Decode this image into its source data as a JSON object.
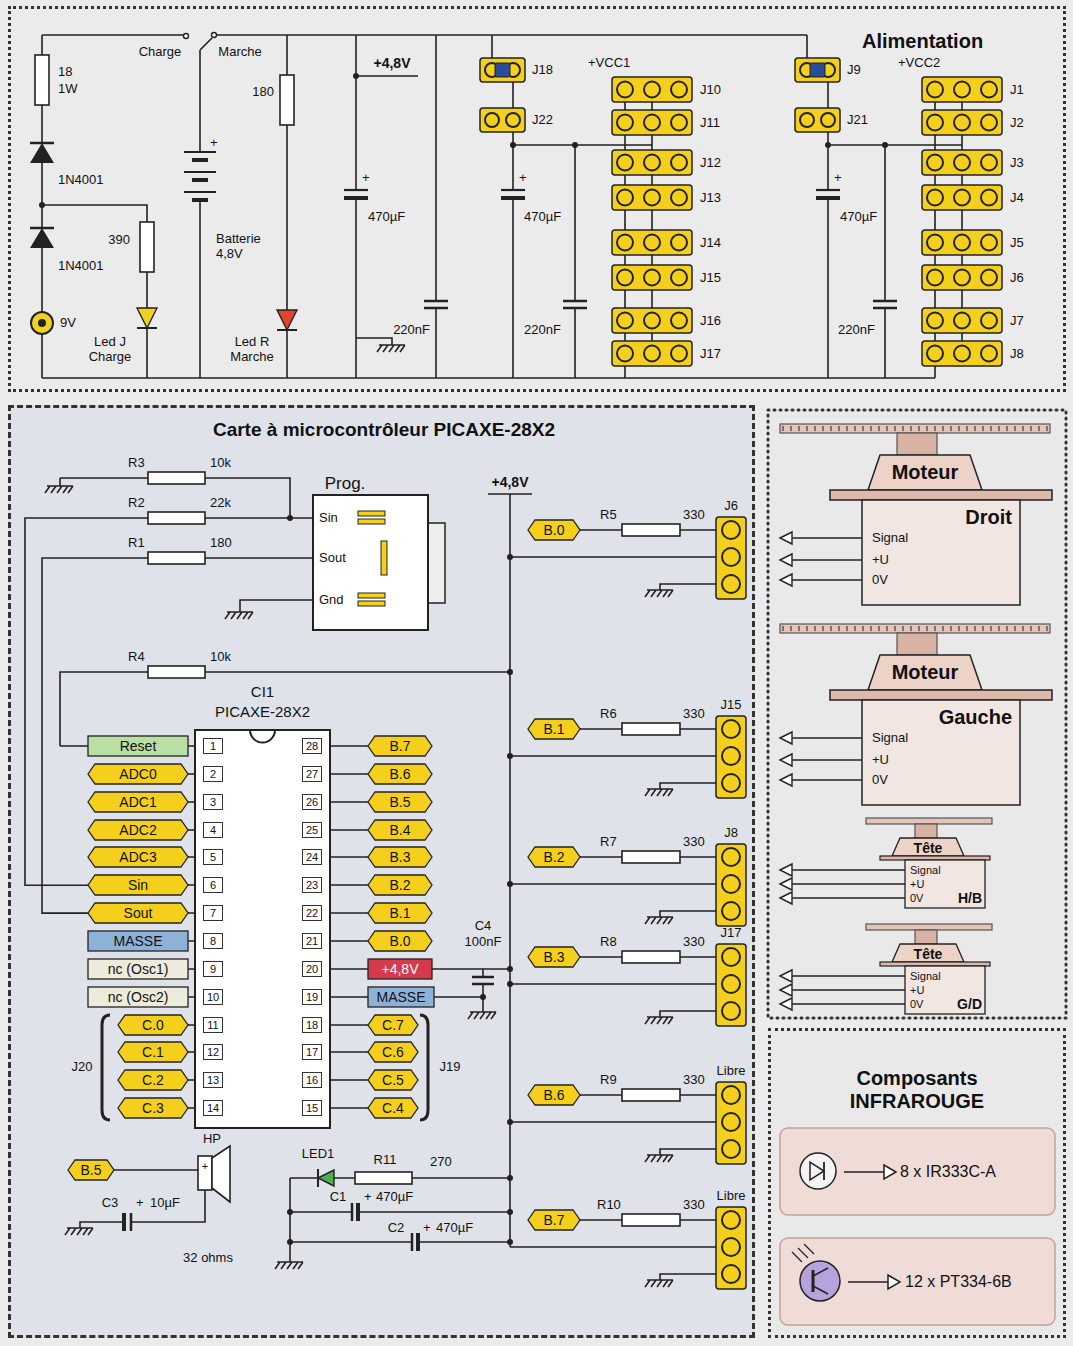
{
  "diagram": {
    "nodes": [
      {
        "text": [
          "Alimentation"
        ]
      },
      {
        "text": [
          "J18"
        ],
        "in": 0
      },
      {
        "text": [
          "J22"
        ],
        "in": 0
      },
      {
        "text": [
          "J10"
        ],
        "in": 0
      },
      {
        "text": [
          "J11"
        ],
        "in": 0
      },
      {
        "text": [
          "J12"
        ],
        "in": 0
      },
      {
        "text": [
          "J13"
        ],
        "in": 0
      },
      {
        "text": [
          "J14"
        ],
        "in": 0
      },
      {
        "text": [
          "J15"
        ],
        "in": 0
      },
      {
        "text": [
          "J16"
        ],
        "in": 0
      },
      {
        "text": [
          "J17"
        ],
        "in": 0
      },
      {
        "text": [
          "J9"
        ],
        "in": 0
      },
      {
        "text": [
          "J21"
        ],
        "in": 0
      },
      {
        "text": [
          "J1"
        ],
        "in": 0
      },
      {
        "text": [
          "J2"
        ],
        "in": 0
      },
      {
        "text": [
          "J3"
        ],
        "in": 0
      },
      {
        "text": [
          "J4"
        ],
        "in": 0
      },
      {
        "text": [
          "J5"
        ],
        "in": 0
      },
      {
        "text": [
          "J6"
        ],
        "in": 0
      },
      {
        "text": [
          "J7"
        ],
        "in": 0
      },
      {
        "text": [
          "J8"
        ],
        "in": 0
      },
      {
        "text": [
          "Carte à microcontrôleur PICAXE-28X2"
        ]
      },
      {
        "text": [
          "Prog.",
          "Sin",
          "Sout",
          "Gnd"
        ],
        "in": 21
      },
      {
        "text": [
          "CI1",
          "PICAXE-28X2",
          "1",
          "2",
          "3",
          "4",
          "5",
          "6",
          "7",
          "8",
          "9",
          "10",
          "11",
          "12",
          "13",
          "14",
          "15",
          "16",
          "17",
          "18",
          "19",
          "20",
          "21",
          "22",
          "23",
          "24",
          "25",
          "26",
          "27",
          "28"
        ],
        "in": 21
      },
      {
        "text": [
          "Reset"
        ],
        "in": 21
      },
      {
        "text": [
          "ADC0"
        ],
        "in": 21
      },
      {
        "text": [
          "ADC1"
        ],
        "in": 21
      },
      {
        "text": [
          "ADC2"
        ],
        "in": 21
      },
      {
        "text": [
          "ADC3"
        ],
        "in": 21
      },
      {
        "text": [
          "Sin"
        ],
        "in": 21
      },
      {
        "text": [
          "Sout"
        ],
        "in": 21
      },
      {
        "text": [
          "MASSE"
        ],
        "in": 21
      },
      {
        "text": [
          "nc (Osc1)"
        ],
        "in": 21
      },
      {
        "text": [
          "nc (Osc2)"
        ],
        "in": 21
      },
      {
        "text": [
          "C.0"
        ],
        "in": 21
      },
      {
        "text": [
          "C.1"
        ],
        "in": 21
      },
      {
        "text": [
          "C.2"
        ],
        "in": 21
      },
      {
        "text": [
          "C.3"
        ],
        "in": 21
      },
      {
        "text": [
          "B.7"
        ],
        "in": 21
      },
      {
        "text": [
          "B.6"
        ],
        "in": 21
      },
      {
        "text": [
          "B.5"
        ],
        "in": 21
      },
      {
        "text": [
          "B.4"
        ],
        "in": 21
      },
      {
        "text": [
          "B.3"
        ],
        "in": 21
      },
      {
        "text": [
          "B.2"
        ],
        "in": 21
      },
      {
        "text": [
          "B.1"
        ],
        "in": 21
      },
      {
        "text": [
          "B.0"
        ],
        "in": 21
      },
      {
        "text": [
          "+4,8V"
        ],
        "in": 21
      },
      {
        "text": [
          "MASSE"
        ],
        "in": 21
      },
      {
        "text": [
          "C.7"
        ],
        "in": 21
      },
      {
        "text": [
          "C.6"
        ],
        "in": 21
      },
      {
        "text": [
          "C.5"
        ],
        "in": 21
      },
      {
        "text": [
          "C.4"
        ],
        "in": 21
      },
      {
        "text": [
          "B.0"
        ],
        "in": 21
      },
      {
        "text": [
          "J6"
        ],
        "in": 21
      },
      {
        "text": [
          "B.1"
        ],
        "in": 21
      },
      {
        "text": [
          "J15"
        ],
        "in": 21
      },
      {
        "text": [
          "B.2"
        ],
        "in": 21
      },
      {
        "text": [
          "J8"
        ],
        "in": 21
      },
      {
        "text": [
          "B.3"
        ],
        "in": 21
      },
      {
        "text": [
          "J17"
        ],
        "in": 21
      },
      {
        "text": [
          "B.6"
        ],
        "in": 21
      },
      {
        "text": [
          "Libre"
        ],
        "in": 21
      },
      {
        "text": [
          "B.5"
        ],
        "in": 21
      },
      {
        "text": [
          "B.7"
        ],
        "in": 21
      },
      {
        "text": [
          "Libre"
        ],
        "in": 21
      },
      {
        "text": [
          "Moteur",
          "Droit",
          "Signal",
          "+U",
          "0V"
        ]
      },
      {
        "text": [
          "Moteur",
          "Gauche",
          "Signal",
          "+U",
          "0V"
        ]
      },
      {
        "text": [
          "Tête",
          "Signal",
          "+U",
          "0V",
          "H/B"
        ]
      },
      {
        "text": [
          "Tête",
          "Signal",
          "+U",
          "0V",
          "G/D"
        ]
      },
      {
        "text": [
          "Composants INFRAROUGE"
        ]
      },
      {
        "text": [
          "8 x IR333C-A"
        ],
        "in": 69
      },
      {
        "text": [
          "12 x PT334-6B"
        ],
        "in": 69
      }
    ],
    "edges": [
      {
        "from": 52,
        "to": 53,
        "arrow": "none"
      },
      {
        "from": 54,
        "to": 55,
        "arrow": "none"
      },
      {
        "from": 56,
        "to": 57,
        "arrow": "none"
      },
      {
        "from": 58,
        "to": 59,
        "arrow": "none"
      },
      {
        "from": 60,
        "to": 61,
        "arrow": "none"
      },
      {
        "from": 63,
        "to": 64,
        "arrow": "none"
      },
      {
        "from": 22,
        "to": 29,
        "arrow": "none"
      },
      {
        "from": 22,
        "to": 30,
        "arrow": "none"
      }
    ],
    "labels": [
      "18",
      "1W",
      "1N4001",
      "1N4001",
      "390",
      "9V",
      "Led J Charge",
      "Charge",
      "Marche",
      "+",
      "Batterie 4,8V",
      "180",
      "Led R Marche",
      "+4,8V",
      "+",
      "470µF",
      "220nF",
      "+",
      "470µF",
      "220nF",
      "+VCC1",
      "+",
      "470µF",
      "220nF",
      "+VCC2",
      "R3",
      "10k",
      "R2",
      "22k",
      "R1",
      "180",
      "R4",
      "10k",
      "+4,8V",
      "R5",
      "330",
      "R6",
      "330",
      "R7",
      "330",
      "R8",
      "330",
      "C4",
      "100nF",
      "R9",
      "330",
      "R10",
      "330",
      "J20",
      "J19",
      "HP",
      "+",
      "32 ohms",
      "C3",
      "+",
      "10µF",
      "LED1",
      "R11",
      "270",
      "C1",
      "+",
      "470µF",
      "C2",
      "+",
      "470µF"
    ]
  }
}
